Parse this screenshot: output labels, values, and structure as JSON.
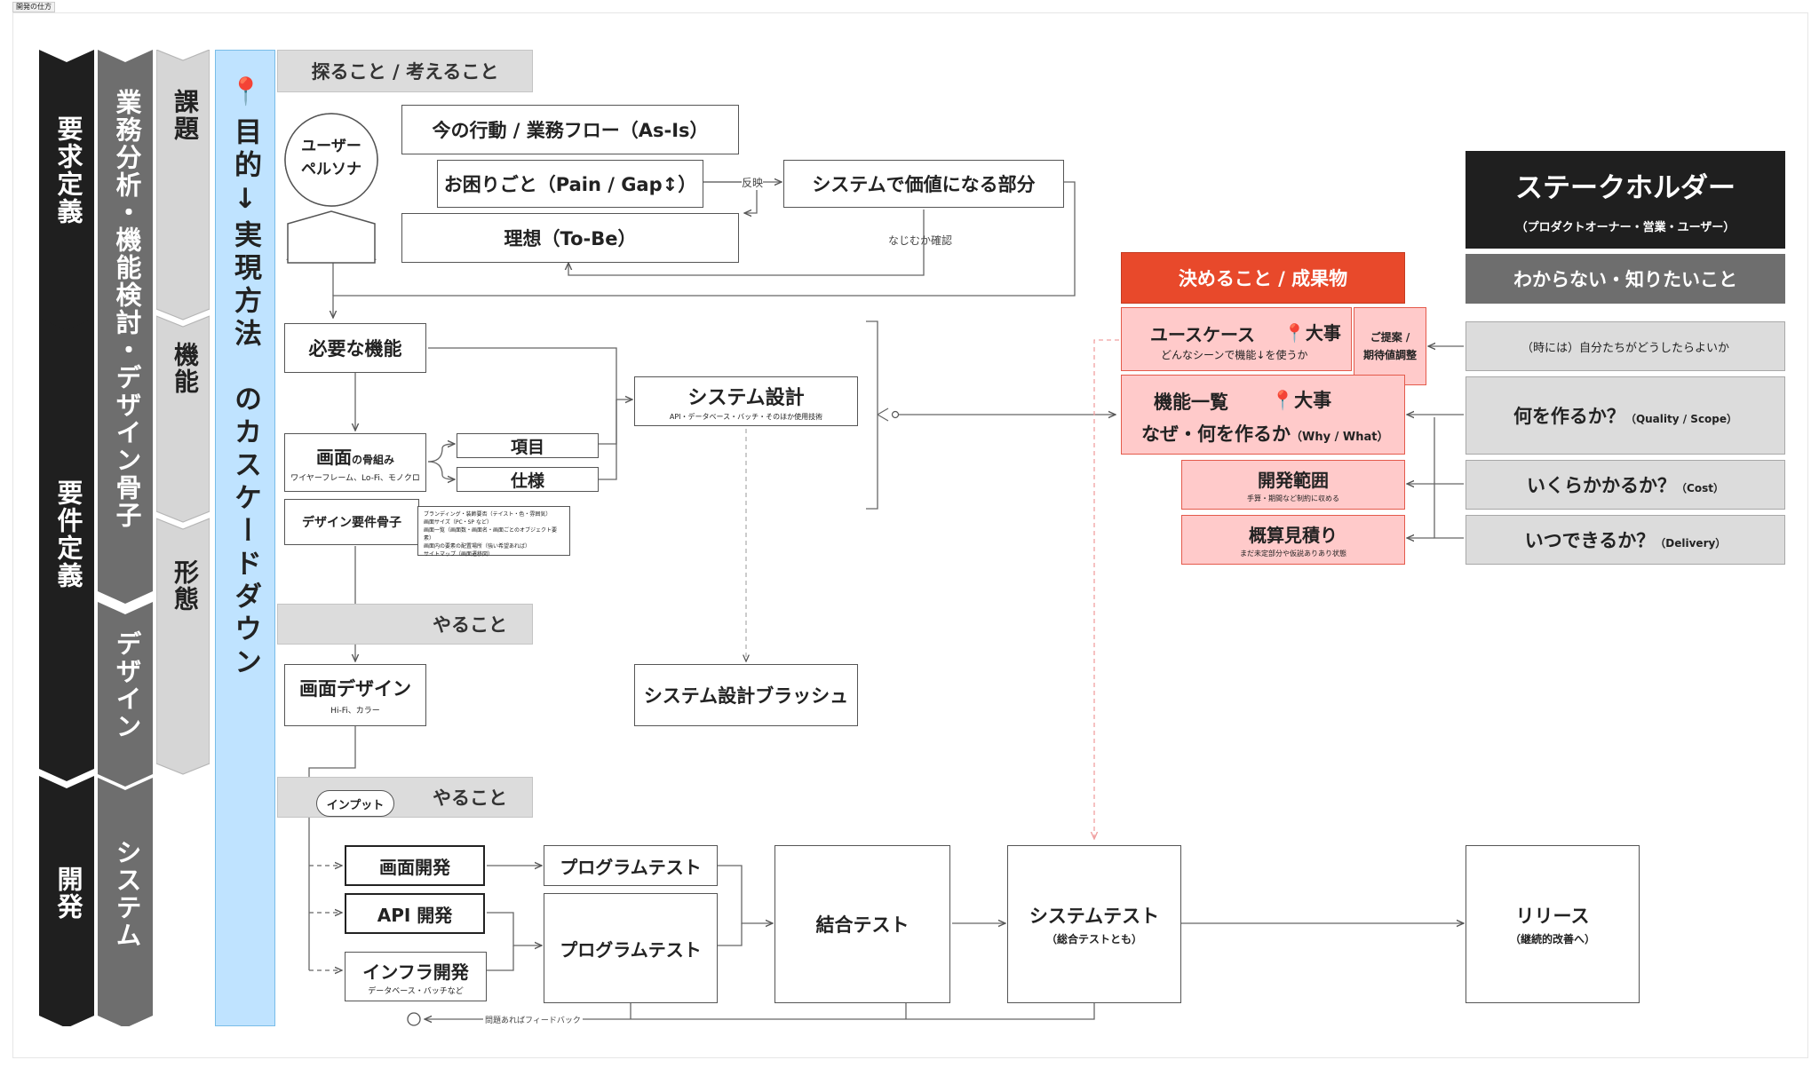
{
  "frame": {
    "title": "開発の仕方"
  },
  "phases": [
    "要求定義",
    "要件定義",
    "開発"
  ],
  "activities": [
    "業務分析・機能検討・デザイン骨子",
    "デザイン",
    "システム"
  ],
  "aspects": [
    "課題",
    "機能",
    "形態"
  ],
  "cascade": {
    "pin": "📍",
    "text": "目的↓実現方法　のカスケードダウン"
  },
  "headers": {
    "explore": "探ること / 考えること",
    "todo1": "やること",
    "todo2": "やること"
  },
  "persona": {
    "label": "ユーザー\nペルソナ"
  },
  "analysis": {
    "current": "今の行動 / 業務フロー（As-Is）",
    "pain": "お困りごと（Pain / Gap↕）",
    "ideal": "理想（To-Be）",
    "value": "システムで価値になる部分",
    "reflect": "反映",
    "confirm": "なじむか確認"
  },
  "design": {
    "features": "必要な機能",
    "screen_main": "画面",
    "screen_small": "の骨組み",
    "screen_sub": "ワイヤーフレーム、Lo-Fi、モノクロ",
    "item": "項目",
    "spec": "仕様",
    "req": "デザイン要件骨子",
    "req_notes": [
      "ブランディング・装飾要否（テイスト・色・雰囲気）",
      "画面サイズ（PC・SP など）",
      "画面一覧（画面数・画面名・画面ごとのオブジェクト要素）",
      "画面内の要素の配置場所（強い希望あれば）",
      "サイトマップ（画面遷移図）"
    ],
    "system": "システム設計",
    "system_sub": "API・データベース・バッチ・そのほか使用技術",
    "screen_design": "画面デザイン",
    "screen_design_sub": "Hi-Fi、カラー",
    "brush": "システム設計ブラッシュ"
  },
  "dev": {
    "input": "インプット",
    "screen": "画面開発",
    "api": "API 開発",
    "infra": "インフラ開発",
    "infra_sub": "データベース・バッチなど",
    "test1": "プログラムテスト",
    "test2": "プログラムテスト",
    "integration": "結合テスト",
    "system_test": "システムテスト",
    "system_test_sub": "（総合テストとも）",
    "release": "リリース",
    "release_sub": "（継続的改善へ）",
    "feedback": "問題あればフィードバック"
  },
  "deliverables": {
    "header": "決めること / 成果物",
    "usecase": "ユースケース",
    "usecase_important": "📍大事",
    "usecase_sub": "どんなシーンで機能↓を使うか",
    "proposal": "ご提案 /\n期待値調整",
    "features": "機能一覧",
    "features_important": "📍大事",
    "features_line2": "なぜ・何を作るか",
    "features_line2_small": "（Why / What）",
    "scope": "開発範囲",
    "scope_sub": "手算・期間など制約に収める",
    "estimate": "概算見積り",
    "estimate_sub": "まだ未定部分や仮説ありあり状態"
  },
  "stakeholder": {
    "title": "ステークホルダー",
    "subtitle": "（プロダクトオーナー・営業・ユーザー）",
    "unknown": "わからない・知りたいこと",
    "q1": "（時には）自分たちがどうしたらよいか",
    "q2": "何を作るか？",
    "q2_small": "（Quality / Scope）",
    "q3": "いくらかかるか？",
    "q3_small": "（Cost）",
    "q4": "いつできるか？",
    "q4_small": "（Delivery）"
  },
  "colors": {
    "accent_red": "#e8492b",
    "light_red": "#ffcaca",
    "blue": "#bfe3ff",
    "dark": "#222222",
    "mid_grey": "#6e6e6e"
  }
}
